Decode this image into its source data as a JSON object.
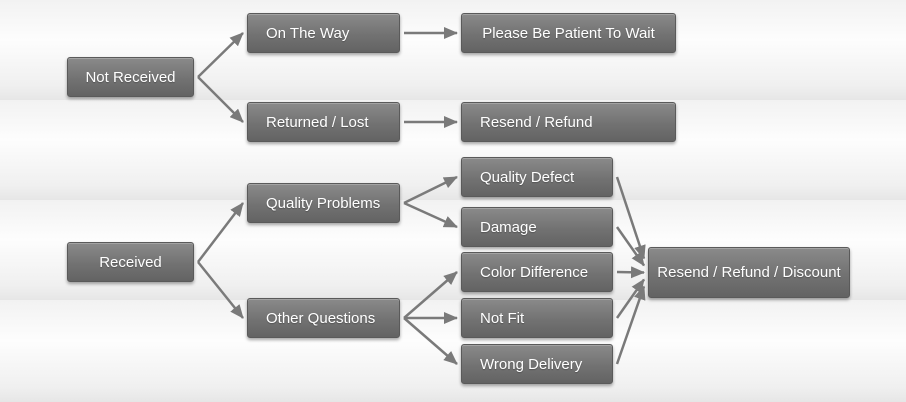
{
  "diagram": {
    "nodes": {
      "not_received": "Not Received",
      "on_the_way": "On The Way",
      "please_wait": "Please Be Patient To Wait",
      "returned_lost": "Returned / Lost",
      "resend_refund": "Resend / Refund",
      "received": "Received",
      "quality_problems": "Quality Problems",
      "other_questions": "Other Questions",
      "quality_defect": "Quality Defect",
      "damage": "Damage",
      "color_difference": "Color Difference",
      "not_fit": "Not Fit",
      "wrong_delivery": "Wrong Delivery",
      "resend_refund_discount": "Resend / Refund / Discount"
    },
    "edges": [
      [
        "not_received",
        "on_the_way"
      ],
      [
        "not_received",
        "returned_lost"
      ],
      [
        "on_the_way",
        "please_wait"
      ],
      [
        "returned_lost",
        "resend_refund"
      ],
      [
        "received",
        "quality_problems"
      ],
      [
        "received",
        "other_questions"
      ],
      [
        "quality_problems",
        "quality_defect"
      ],
      [
        "quality_problems",
        "damage"
      ],
      [
        "other_questions",
        "color_difference"
      ],
      [
        "other_questions",
        "not_fit"
      ],
      [
        "other_questions",
        "wrong_delivery"
      ],
      [
        "quality_defect",
        "resend_refund_discount"
      ],
      [
        "damage",
        "resend_refund_discount"
      ],
      [
        "color_difference",
        "resend_refund_discount"
      ],
      [
        "not_fit",
        "resend_refund_discount"
      ],
      [
        "wrong_delivery",
        "resend_refund_discount"
      ]
    ],
    "colors": {
      "node": "#737373",
      "arrow": "#7a7a7a"
    }
  }
}
